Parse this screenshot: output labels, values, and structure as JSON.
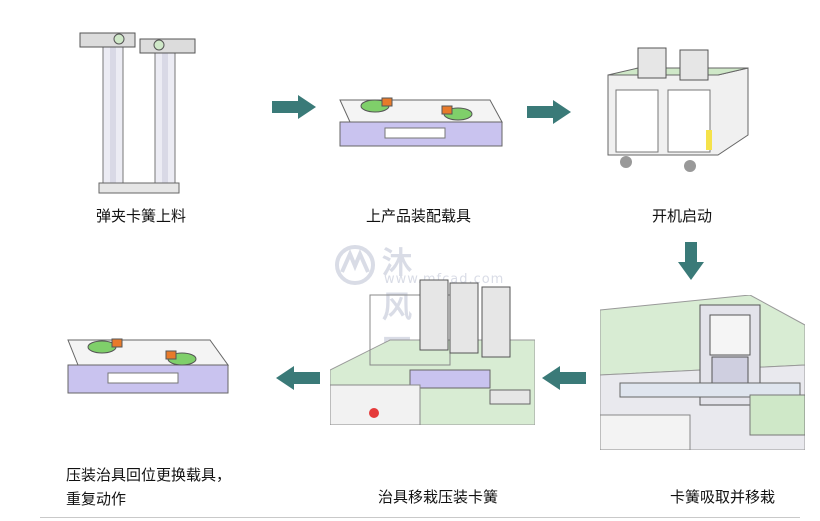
{
  "steps": [
    {
      "label": "弹夹卡簧上料"
    },
    {
      "label": "上产品装配载具"
    },
    {
      "label": "开机启动"
    },
    {
      "label": "卡簧吸取并移栽"
    },
    {
      "label": "治具移栽压装卡簧"
    },
    {
      "label": "压装治具回位更换载具，重复动作"
    }
  ],
  "watermark": {
    "cn": "沐风网",
    "en": "www.mfcad.com"
  },
  "colors": {
    "arrow": "#3a7a78",
    "table": "#cfe8c8",
    "fixture": "#c9c3ef"
  }
}
